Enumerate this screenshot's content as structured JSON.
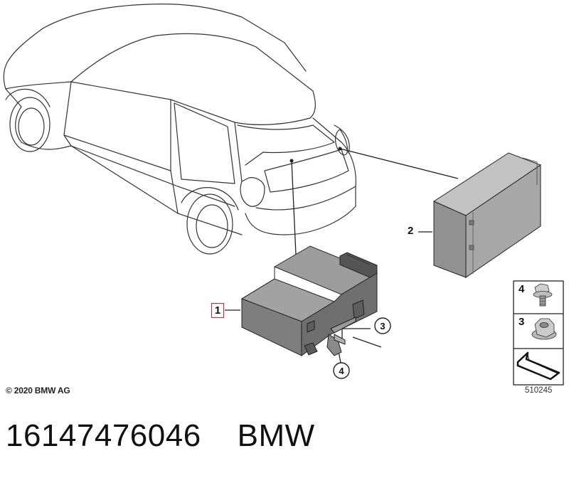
{
  "callouts": {
    "part1": "1",
    "part2": "2",
    "detail3": "3",
    "detail4": "4"
  },
  "legend": {
    "item4": "4",
    "item3": "3"
  },
  "copyright": "© 2020 BMW AG",
  "diagram_code": "510245",
  "caption": {
    "part_number": "16147476046",
    "brand": "BMW"
  },
  "colors": {
    "highlight": "#d9232e",
    "module_body": "#8c8c8c",
    "line_art": "#333333"
  }
}
